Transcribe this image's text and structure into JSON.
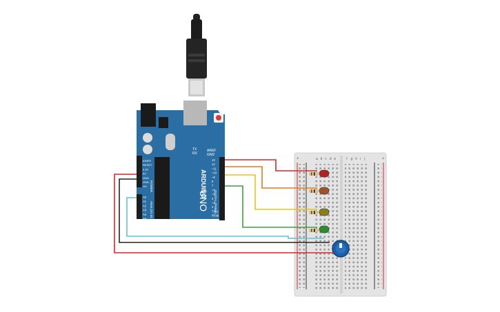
{
  "board": {
    "brand": "ARDUINO",
    "model": "UNO",
    "aref": "AREF",
    "gnd": "GND",
    "digital_label": "DIGITAL (PWM~)",
    "tx": "TX",
    "rx": "RX",
    "power_label": "POWER",
    "power_pins": [
      "IOREF",
      "RESET",
      "3.3V",
      "5V",
      "GND",
      "GND",
      "Vin"
    ],
    "analog_label": "ANALOG IN",
    "analog_pins": [
      "A0",
      "A1",
      "A2",
      "A3",
      "A4",
      "A5"
    ],
    "digital_pins": [
      "13",
      "12",
      "~11",
      "~10",
      "~9",
      "8",
      "7",
      "~6",
      "~5",
      "4",
      "~3",
      "2",
      "TX▸1",
      "RX◂0"
    ]
  },
  "breadboard": {
    "col_letters_left": [
      "a",
      "b",
      "c",
      "d",
      "e"
    ],
    "col_letters_right": [
      "f",
      "g",
      "h",
      "i",
      "j"
    ],
    "rail_plus": "+",
    "rail_minus": "−"
  },
  "components": {
    "leds": [
      {
        "name": "led-red",
        "color": "#b22222"
      },
      {
        "name": "led-orange",
        "color": "#a0522d"
      },
      {
        "name": "led-yellow",
        "color": "#8b7d1c"
      },
      {
        "name": "led-green",
        "color": "#2e8b2e"
      }
    ],
    "potentiometer": {
      "color": "#1f5fa8"
    }
  },
  "wire_colors": {
    "red": "#d7262a",
    "orange": "#e07b1a",
    "yellow": "#e8c21a",
    "green": "#3aa040",
    "black": "#222222",
    "cyan": "#5ec3d0"
  }
}
